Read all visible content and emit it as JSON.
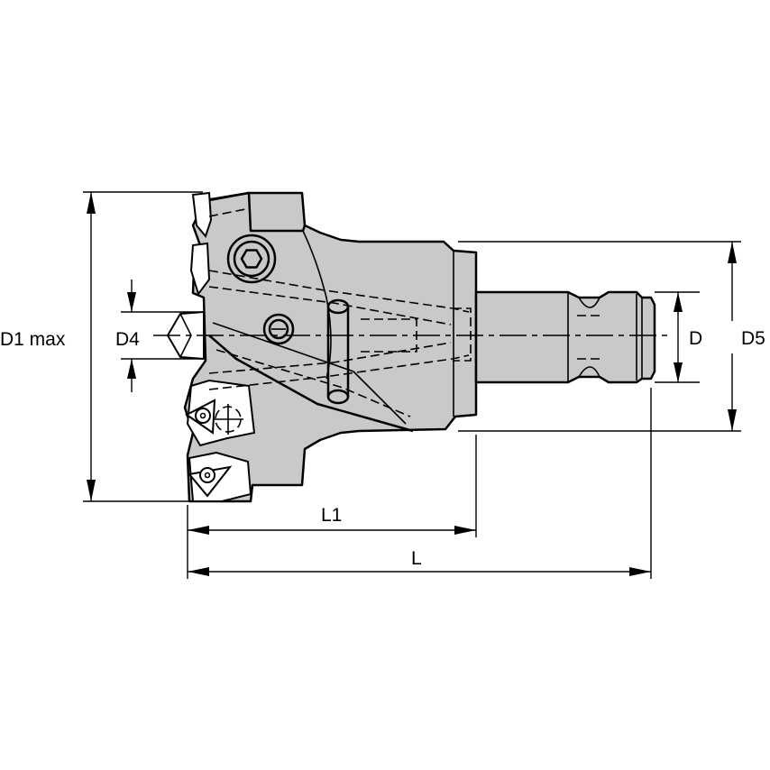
{
  "labels": {
    "d1max": "D1 max",
    "d4": "D4",
    "d": "D",
    "d5": "D5",
    "l1": "L1",
    "l": "L"
  },
  "colors": {
    "body": "#c9c9c9",
    "line": "#000000",
    "background": "#ffffff"
  }
}
